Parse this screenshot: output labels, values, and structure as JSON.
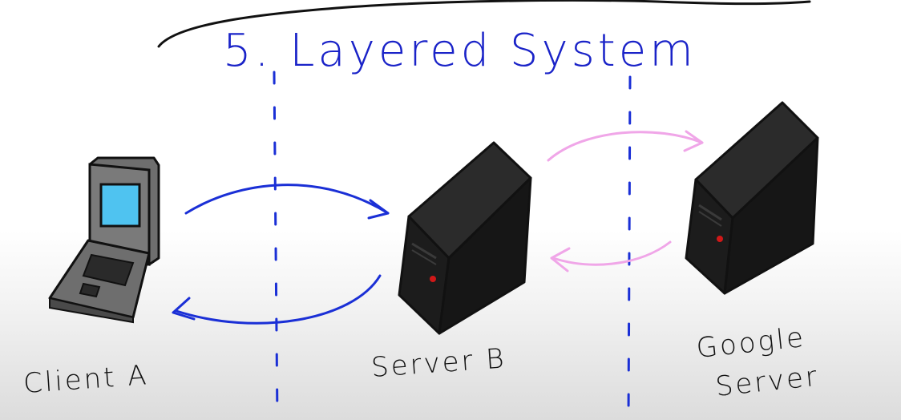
{
  "title": "5. Layered System",
  "labels": {
    "client": "Client A",
    "server_b": "Server B",
    "google_line1": "Google",
    "google_line2": "Server"
  },
  "nodes": [
    {
      "id": "client-a",
      "icon": "laptop-icon",
      "label": "Client A"
    },
    {
      "id": "server-b",
      "icon": "server-tower-icon",
      "label": "Server B"
    },
    {
      "id": "google-server",
      "icon": "server-tower-icon",
      "label": "Google Server"
    }
  ],
  "edges": [
    {
      "from": "client-a",
      "to": "server-b",
      "color": "#1a2fd6"
    },
    {
      "from": "server-b",
      "to": "client-a",
      "color": "#1a2fd6"
    },
    {
      "from": "server-b",
      "to": "google-server",
      "color": "#f0a6e8"
    },
    {
      "from": "google-server",
      "to": "server-b",
      "color": "#f0a6e8"
    }
  ],
  "colors": {
    "title": "#1a23c8",
    "client_arrows": "#1a2fd6",
    "server_arrows": "#f0a6e8",
    "dividers": "#1a2fd6",
    "screen": "#4fc3f0",
    "server_body": "#1c1c1c",
    "power_led": "#d01818"
  }
}
